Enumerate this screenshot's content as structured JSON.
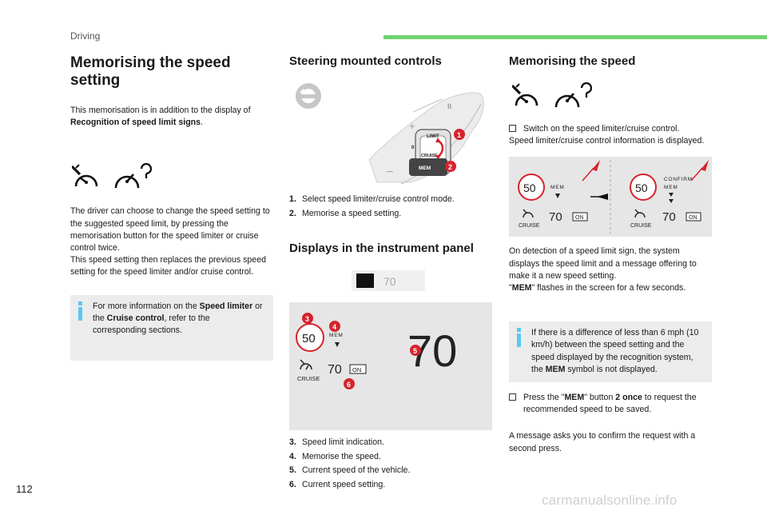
{
  "header": {
    "section": "Driving",
    "accent_color": "#6fd36f"
  },
  "page_number": "112",
  "watermark": "carmanualsonline.info",
  "col1": {
    "title": "Memorising the speed setting",
    "p1_a": "This memorisation is in addition to the display of ",
    "p1_b": "Recognition of speed limit signs",
    "p1_c": ".",
    "p2": "The driver can choose to change the speed setting to the suggested speed limit, by pressing the memorisation button for the speed limiter or cruise control twice.",
    "p3": "This speed setting then replaces the previous speed setting for the speed limiter and/or cruise control.",
    "info_a": "For more information on the ",
    "info_b": "Speed limiter",
    "info_c": " or the ",
    "info_d": "Cruise control",
    "info_e": ", refer to the corresponding sections."
  },
  "col2": {
    "title1": "Steering mounted controls",
    "controls": [
      {
        "num": "1.",
        "text": "Select speed limiter/cruise control mode."
      },
      {
        "num": "2.",
        "text": "Memorise a speed setting."
      }
    ],
    "diagram": {
      "limit": "LIMIT",
      "cruise": "CRUISE",
      "mem": "MEM",
      "zero": "0",
      "plus": "+",
      "minus": "–",
      "pause": "II",
      "c1": "1",
      "c2": "2"
    },
    "speed_bar_value": "70",
    "title2": "Displays in the instrument panel",
    "panel": {
      "sign": "50",
      "mem": "MEM",
      "current": "70",
      "setting": "70",
      "on": "ON",
      "cruise": "CRUISE",
      "c3": "3",
      "c4": "4",
      "c5": "5",
      "c6": "6"
    },
    "displays": [
      {
        "num": "3.",
        "text": "Speed limit indication."
      },
      {
        "num": "4.",
        "text": "Memorise the speed."
      },
      {
        "num": "5.",
        "text": "Current speed of the vehicle."
      },
      {
        "num": "6.",
        "text": "Current speed setting."
      }
    ],
    "callout_color": "#d6232c"
  },
  "col3": {
    "title": "Memorising the speed",
    "step1": "Switch on the speed limiter/cruise control.",
    "step1_cont": "Speed limiter/cruise control information is displayed.",
    "display": {
      "left": {
        "sign": "50",
        "mem": "MEM",
        "setting": "70",
        "on": "ON",
        "cruise": "CRUISE"
      },
      "right": {
        "sign": "50",
        "confirm": "CONFIRM",
        "mem": "MEM",
        "setting": "70",
        "on": "ON",
        "cruise": "CRUISE"
      }
    },
    "p_detect": "On detection of a speed limit sign, the system displays the speed limit and a message offering to make it a new speed setting.",
    "p_flash_a": "\"",
    "p_flash_b": "MEM",
    "p_flash_c": "\" flashes in the screen for a few seconds.",
    "info_a": "If there is a difference of less than 6 mph (10 km/h) between the speed setting and the speed displayed by the recognition system, the ",
    "info_b": "MEM",
    "info_c": " symbol is not displayed.",
    "step2_a": "Press the \"",
    "step2_b": "MEM",
    "step2_c": "\" button ",
    "step2_d": "2 once",
    "step2_e": " to request the recommended speed to be saved.",
    "p_confirm": "A message asks you to confirm the request with a second press."
  }
}
